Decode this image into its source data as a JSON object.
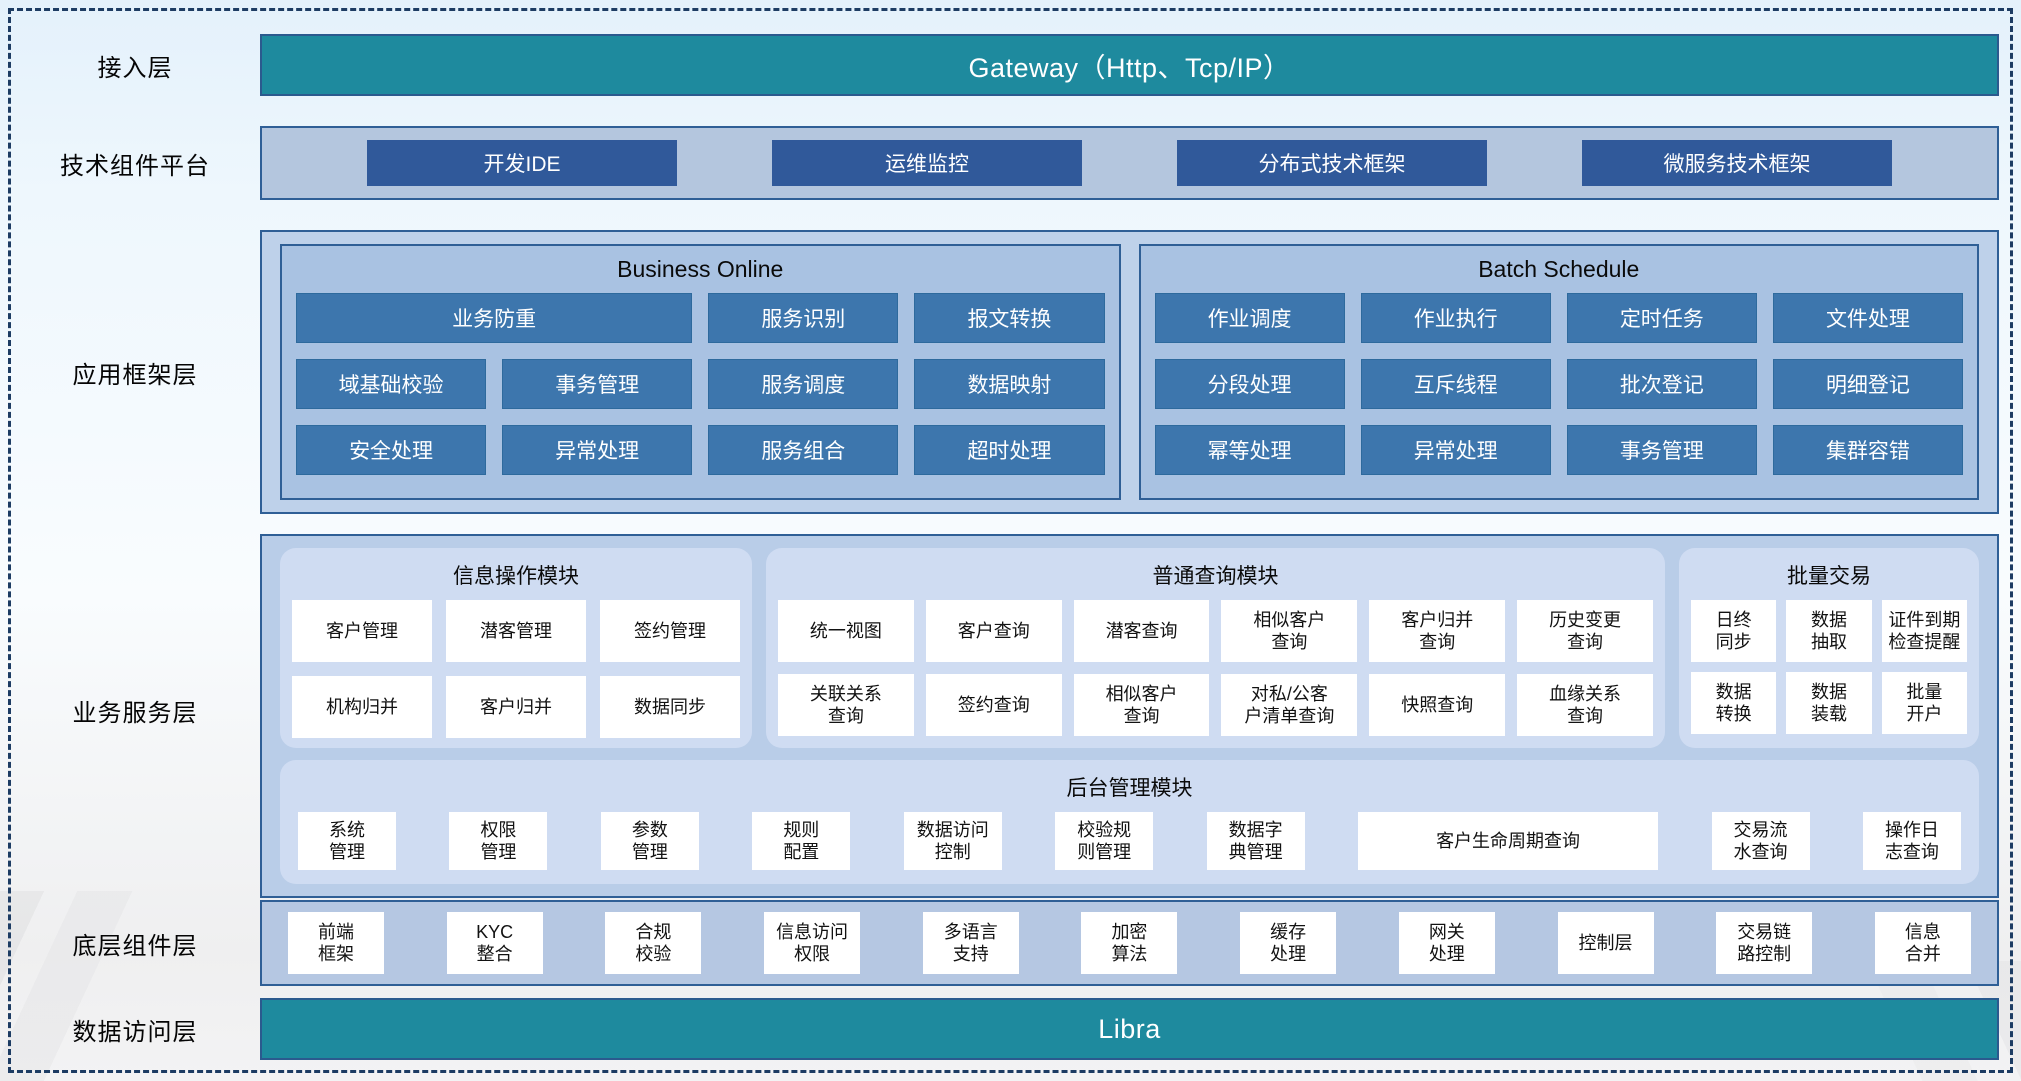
{
  "colors": {
    "teal_bar": "#1e8a9e",
    "dark_button": "#30599a",
    "steel_button": "#3d76ad",
    "panel_border": "#2f5f96",
    "panel_light_blue": "#cfdcf2",
    "panel_steel_blue": "#a9c2e2",
    "chip_white": "#ffffff",
    "dashed_border": "#1d3c63"
  },
  "layers": {
    "access": {
      "label": "接入层",
      "gateway_title": "Gateway（Http、Tcp/IP）"
    },
    "tech": {
      "label": "技术组件平台",
      "buttons": [
        "开发IDE",
        "运维监控",
        "分布式技术框架",
        "微服务技术框架"
      ]
    },
    "app": {
      "label": "应用框架层",
      "groups": [
        {
          "title": "Business Online",
          "buttons": [
            {
              "label": "业务防重",
              "wide": true
            },
            "服务识别",
            "报文转换",
            "域基础校验",
            "事务管理",
            "服务调度",
            "数据映射",
            "安全处理",
            "异常处理",
            "服务组合",
            "超时处理"
          ]
        },
        {
          "title": "Batch Schedule",
          "buttons": [
            "作业调度",
            "作业执行",
            "定时任务",
            "文件处理",
            "分段处理",
            "互斥线程",
            "批次登记",
            "明细登记",
            "幂等处理",
            "异常处理",
            "事务管理",
            "集群容错"
          ]
        }
      ]
    },
    "business": {
      "label": "业务服务层",
      "modules": [
        {
          "title": "信息操作模块",
          "chips": [
            "客户管理",
            "潜客管理",
            "签约管理",
            "机构归并",
            "客户归并",
            "数据同步"
          ]
        },
        {
          "title": "普通查询模块",
          "chips": [
            "统一视图",
            "客户查询",
            "潜客查询",
            "相似客户\n查询",
            "客户归并\n查询",
            "历史变更\n查询",
            "关联关系\n查询",
            "签约查询",
            "相似客户\n查询",
            "对私/公客\n户清单查询",
            "快照查询",
            "血缘关系\n查询"
          ]
        },
        {
          "title": "批量交易",
          "chips": [
            "日终\n同步",
            "数据\n抽取",
            "证件到期\n检查提醒",
            "数据\n转换",
            "数据\n装载",
            "批量\n开户"
          ]
        }
      ],
      "admin": {
        "title": "后台管理模块",
        "chips": [
          "系统\n管理",
          "权限\n管理",
          "参数\n管理",
          "规则\n配置",
          "数据访问\n控制",
          "校验规\n则管理",
          "数据字\n典管理",
          {
            "label": "客户生命周期查询",
            "wide": true
          },
          "交易流\n水查询",
          "操作日\n志查询"
        ]
      }
    },
    "component": {
      "label": "底层组件层",
      "chips": [
        "前端\n框架",
        "KYC\n整合",
        "合规\n校验",
        "信息访问\n权限",
        "多语言\n支持",
        "加密\n算法",
        "缓存\n处理",
        "网关\n处理",
        "控制层",
        "交易链\n路控制",
        "信息\n合并"
      ]
    },
    "data": {
      "label": "数据访问层",
      "bar_title": "Libra"
    }
  }
}
